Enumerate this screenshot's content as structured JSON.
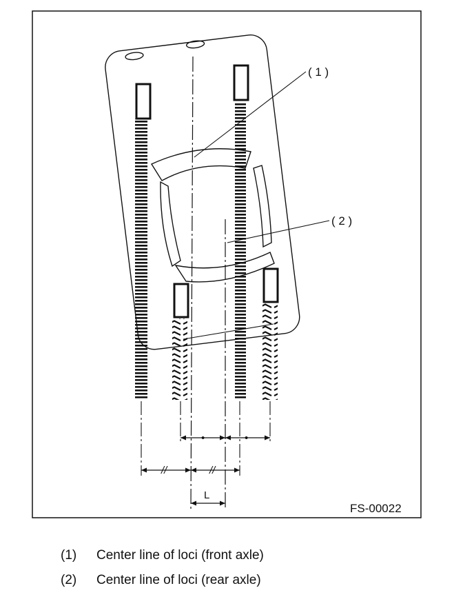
{
  "diagram": {
    "callouts": {
      "one": "( 1 )",
      "two": "( 2 )"
    },
    "figure_id": "FS-00022",
    "dimension_label": "L",
    "equal_marks": {
      "top_left": "•",
      "top_right": "•",
      "bottom_left": "//",
      "bottom_right": "//"
    }
  },
  "legend": [
    {
      "number": "(1)",
      "text": "Center line of loci (front axle)"
    },
    {
      "number": "(2)",
      "text": "Center line of loci (rear axle)"
    }
  ]
}
